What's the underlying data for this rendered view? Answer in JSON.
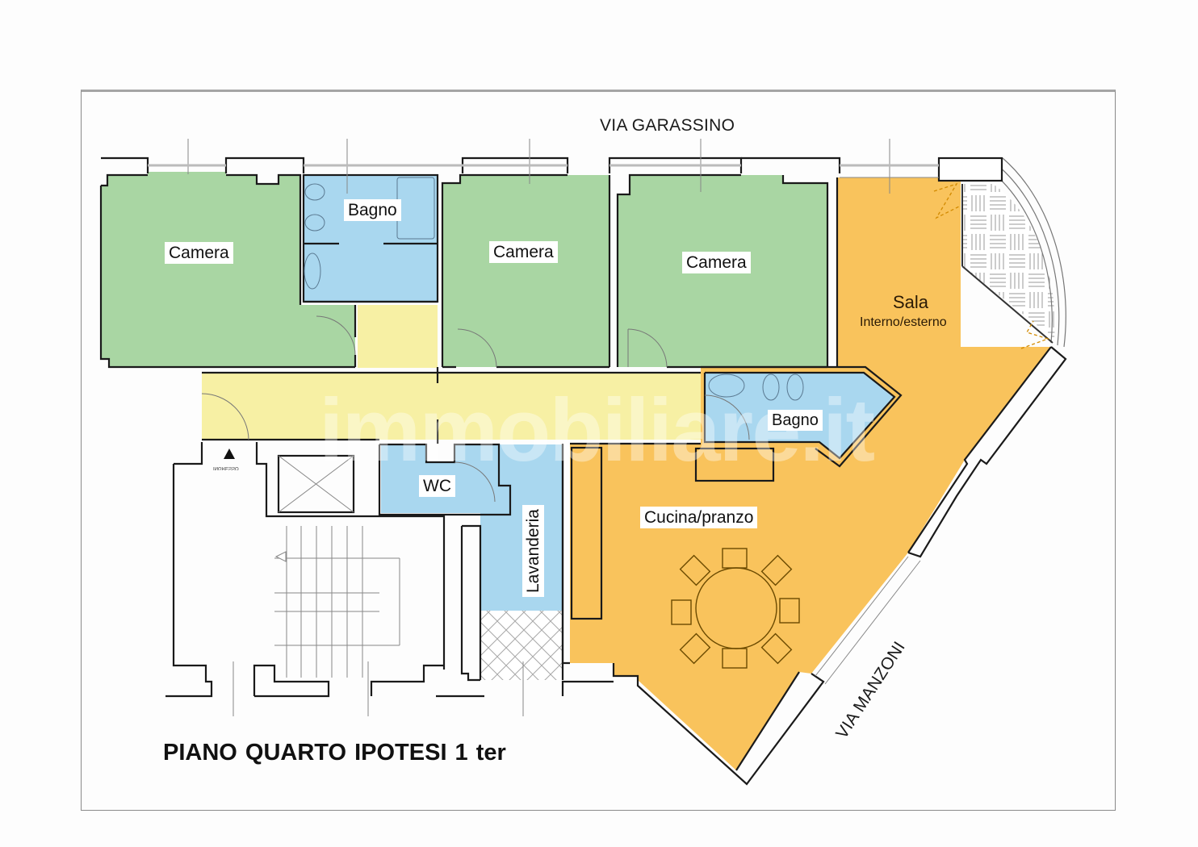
{
  "document": {
    "title": "PIANO QUARTO  IPOTESI 1 ter",
    "watermark": "immobiliare.it"
  },
  "streets": {
    "north": "VIA GARASSINO",
    "southeast": "VIA MANZONI"
  },
  "rooms": [
    {
      "id": "camera-1",
      "label": "Camera",
      "type": "bedroom",
      "color": "#a9d6a3"
    },
    {
      "id": "bagno-1",
      "label": "Bagno",
      "type": "bathroom",
      "color": "#a9d7ef"
    },
    {
      "id": "camera-2",
      "label": "Camera",
      "type": "bedroom",
      "color": "#a9d6a3"
    },
    {
      "id": "camera-3",
      "label": "Camera",
      "type": "bedroom",
      "color": "#a9d6a3"
    },
    {
      "id": "sala",
      "label": "Sala",
      "sublabel": "Interno/esterno",
      "type": "living",
      "color": "#f9c35c"
    },
    {
      "id": "bagno-2",
      "label": "Bagno",
      "type": "bathroom",
      "color": "#a9d7ef"
    },
    {
      "id": "wc",
      "label": "WC",
      "type": "bathroom",
      "color": "#a9d7ef"
    },
    {
      "id": "lavanderia",
      "label": "Lavanderia",
      "type": "laundry",
      "color": "#a9d7ef"
    },
    {
      "id": "cucina",
      "label": "Cucina/pranzo",
      "type": "kitchen",
      "color": "#f9c35c"
    },
    {
      "id": "corridoio",
      "label": "",
      "type": "hallway",
      "color": "#f7f0a4"
    }
  ],
  "entrance": {
    "marker": "triangle-up",
    "label": "INGRESSO"
  },
  "colors": {
    "bedroom": "#a9d6a3",
    "bathroom": "#a9d7ef",
    "living": "#f9c35c",
    "hallway": "#f7f0a4",
    "wall": "#1a1a1a",
    "frame": "#8a8a8a"
  },
  "furniture": {
    "dining_table": {
      "shape": "round",
      "chairs": 8
    }
  }
}
